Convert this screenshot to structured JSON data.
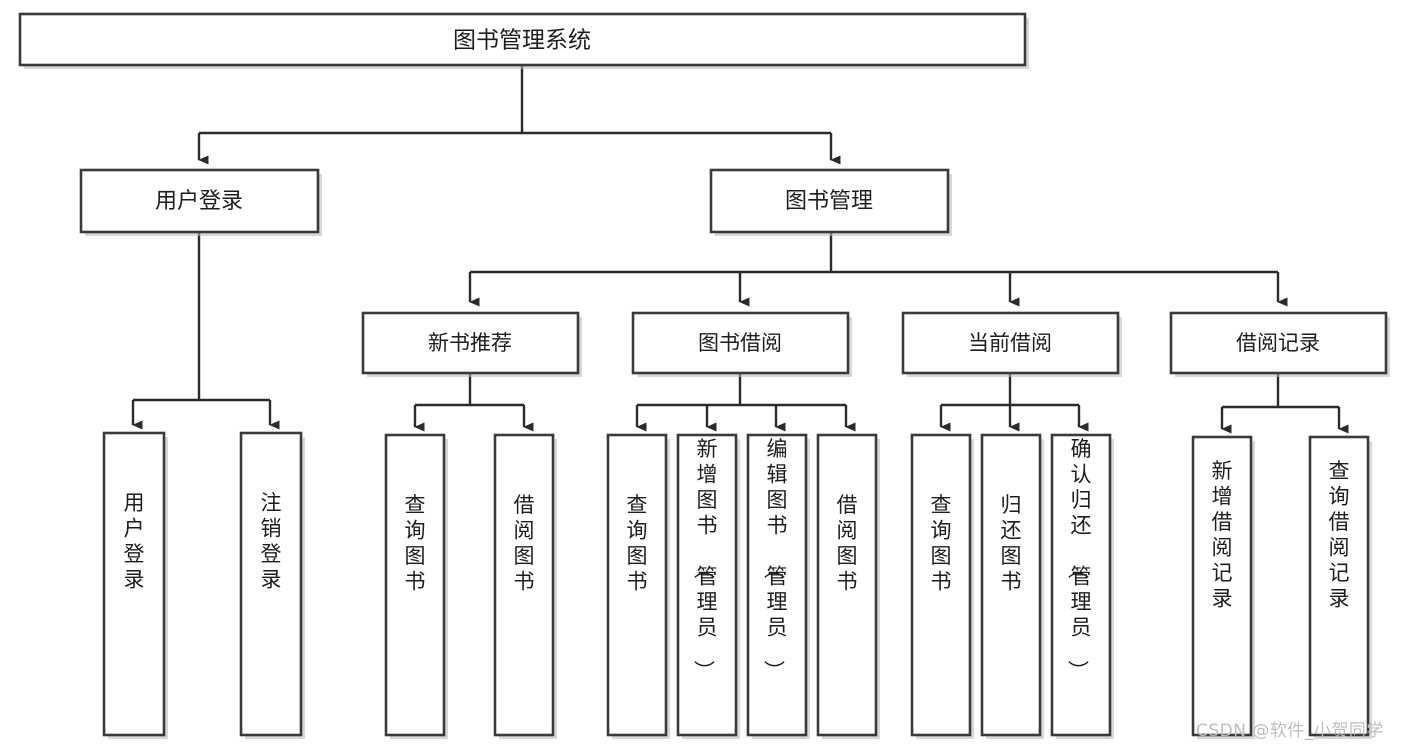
{
  "diagram": {
    "type": "tree",
    "title": "图书管理系统",
    "root": {
      "id": "root",
      "label": "图书管理系统"
    },
    "level1": [
      {
        "id": "user-login",
        "label": "用户登录"
      },
      {
        "id": "book-manage",
        "label": "图书管理"
      }
    ],
    "level2": [
      {
        "id": "new-book-recommend",
        "label": "新书推荐",
        "parent": "book-manage"
      },
      {
        "id": "book-borrow",
        "label": "图书借阅",
        "parent": "book-manage"
      },
      {
        "id": "current-borrow",
        "label": "当前借阅",
        "parent": "book-manage"
      },
      {
        "id": "borrow-record",
        "label": "借阅记录",
        "parent": "book-manage"
      }
    ],
    "leaves": [
      {
        "id": "leaf-user-login",
        "label": "用户登录",
        "parent": "user-login"
      },
      {
        "id": "leaf-logout",
        "label": "注销登录",
        "parent": "user-login"
      },
      {
        "id": "leaf-query-book-1",
        "label": "查询图书",
        "parent": "new-book-recommend"
      },
      {
        "id": "leaf-borrow-book-1",
        "label": "借阅图书",
        "parent": "new-book-recommend"
      },
      {
        "id": "leaf-query-book-2",
        "label": "查询图书",
        "parent": "book-borrow"
      },
      {
        "id": "leaf-add-book",
        "label": "新增图书（管理员）",
        "parent": "book-borrow"
      },
      {
        "id": "leaf-edit-book",
        "label": "编辑图书（管理员）",
        "parent": "book-borrow"
      },
      {
        "id": "leaf-borrow-book-2",
        "label": "借阅图书",
        "parent": "book-borrow"
      },
      {
        "id": "leaf-query-book-3",
        "label": "查询图书",
        "parent": "current-borrow"
      },
      {
        "id": "leaf-return-book",
        "label": "归还图书",
        "parent": "current-borrow"
      },
      {
        "id": "leaf-confirm-return",
        "label": "确认归还（管理员）",
        "parent": "current-borrow"
      },
      {
        "id": "leaf-add-record",
        "label": "新增借阅记录",
        "parent": "borrow-record"
      },
      {
        "id": "leaf-query-record",
        "label": "查询借阅记录",
        "parent": "borrow-record"
      }
    ]
  },
  "watermark": {
    "text": "CSDN @软件_小贺同学"
  },
  "colors": {
    "box_stroke": "#3a3a3a",
    "edge": "#2b2b2b",
    "background": "#ffffff",
    "text": "#1d1d1d",
    "watermark": "#bdbdbd"
  }
}
